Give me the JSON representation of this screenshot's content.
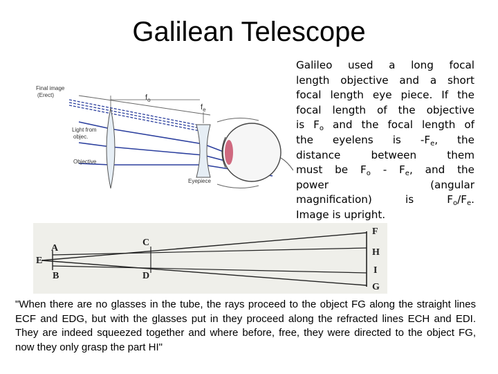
{
  "title": "Galilean Telescope",
  "description": {
    "lines": [
      "Galileo used a long focal",
      "length objective and a short",
      "focal length eye piece. If the",
      "focal length of the objective",
      "is F<sub>o</sub> and the focal length of",
      "the eyelens is -F<sub>e</sub>, the",
      "distance between them",
      "must be F<sub>o</sub> - F<sub>e</sub>, and the",
      "power (angular",
      "magnification) is F<sub>o</sub>/F<sub>e</sub>.",
      "Image is upright."
    ]
  },
  "top_diagram": {
    "labels": {
      "final_image": "Final image",
      "erect": "(Erect)",
      "fo": "f",
      "fo_sub": "o",
      "fe": "f",
      "fe_sub": "e",
      "light_from": "Light from",
      "object": "objec.",
      "objective": "Objective",
      "eyepiece": "Eyepiece"
    }
  },
  "bottom_diagram": {
    "points": {
      "A": "A",
      "B": "B",
      "C": "C",
      "D": "D",
      "E": "E",
      "F": "F",
      "G": "G",
      "H": "H",
      "I": "I"
    }
  },
  "quote": "\"When there are no glasses in the tube, the rays proceed to the object FG along the straight lines ECF and EDG, but with the glasses put in they proceed along the refracted lines ECH and EDI. They are indeed squeezed together and where before, free, they were directed to the object FG, now they only grasp the part HI\"",
  "colors": {
    "ray_blue": "#2b3f9e",
    "lens_fill": "#e6eef5",
    "eye_red": "#c8506a"
  }
}
